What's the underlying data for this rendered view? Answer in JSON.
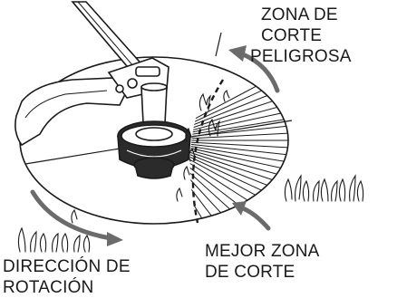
{
  "labels": {
    "danger_zone": [
      "ZONA DE",
      "CORTE",
      "PELIGROSA"
    ],
    "best_zone": [
      "MEJOR ZONA",
      "DE CORTE"
    ],
    "rotation": [
      "DIRECCIÓN DE",
      "ROTACIÓN"
    ]
  },
  "colors": {
    "line": "#1a1a1a",
    "arrow": "#6b6b6b",
    "fill_dark": "#2b2b2b",
    "background": "#ffffff"
  },
  "icons": [
    "string-trimmer-head",
    "grass-clump",
    "rotation-arrow"
  ]
}
